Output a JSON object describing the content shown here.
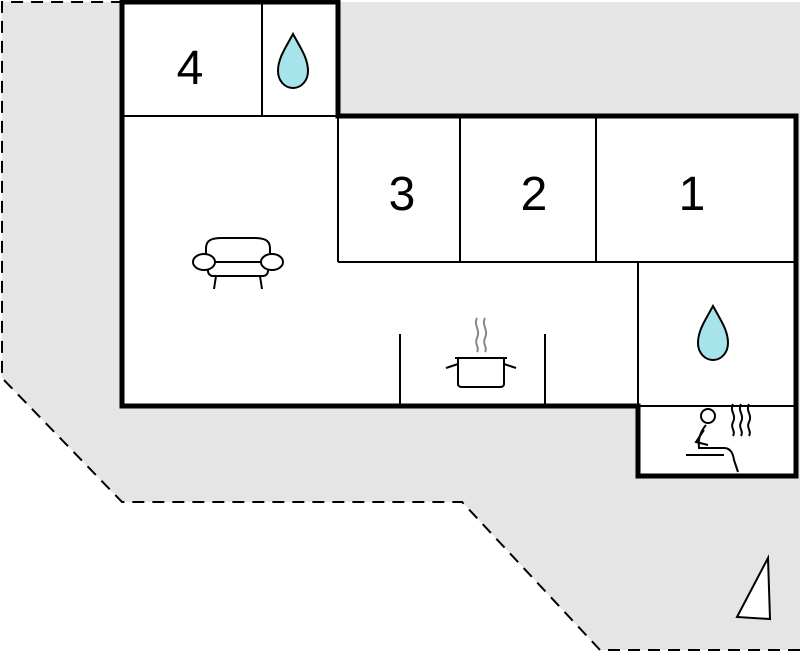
{
  "rooms": {
    "bedroom_1": {
      "number": "1"
    },
    "bedroom_2": {
      "number": "2"
    },
    "bedroom_3": {
      "number": "3"
    },
    "bedroom_4": {
      "number": "4"
    }
  },
  "icons": {
    "bathroom": "water-drop-icon",
    "living_room": "sofa-icon",
    "kitchen": "cooking-pot-icon",
    "sauna": "sauna-icon",
    "north": "north-arrow-icon"
  },
  "colors": {
    "walls": "#000000",
    "terrace_fill": "#e5e5e5",
    "water_drop": "#a6e3ea",
    "icon_stroke": "#000000",
    "steam": "#888888"
  }
}
